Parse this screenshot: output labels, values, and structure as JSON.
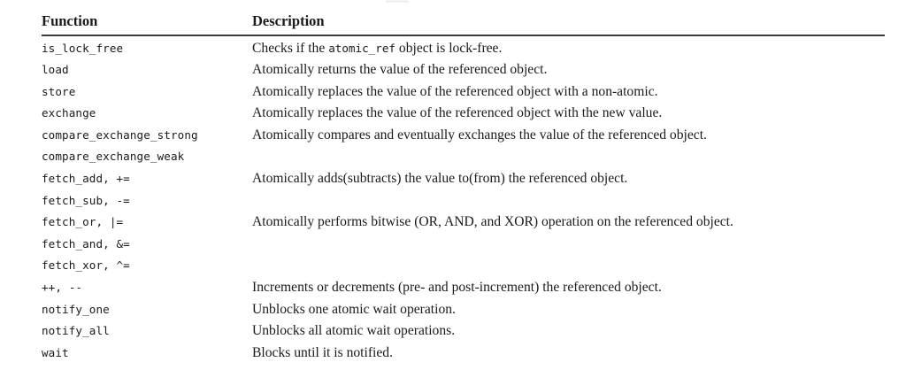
{
  "table": {
    "headers": {
      "function": "Function",
      "description": "Description"
    },
    "rows": [
      {
        "function": "is_lock_free",
        "desc_pre": "Checks if the ",
        "desc_mono": "atomic_ref",
        "desc_post": " object is lock-free."
      },
      {
        "function": "load",
        "desc_pre": "Atomically returns the value of the referenced object.",
        "desc_mono": "",
        "desc_post": ""
      },
      {
        "function": "store",
        "desc_pre": "Atomically replaces the value of the referenced object with a non-atomic.",
        "desc_mono": "",
        "desc_post": ""
      },
      {
        "function": "exchange",
        "desc_pre": "Atomically replaces the value of the referenced object with the new value.",
        "desc_mono": "",
        "desc_post": ""
      },
      {
        "function": "compare_exchange_strong",
        "desc_pre": "Atomically compares and eventually exchanges the value of the referenced object.",
        "desc_mono": "",
        "desc_post": ""
      },
      {
        "function": "compare_exchange_weak",
        "desc_pre": "",
        "desc_mono": "",
        "desc_post": ""
      },
      {
        "function": "fetch_add, +=",
        "desc_pre": "Atomically adds(subtracts) the value to(from) the referenced object.",
        "desc_mono": "",
        "desc_post": ""
      },
      {
        "function": "fetch_sub, -=",
        "desc_pre": "",
        "desc_mono": "",
        "desc_post": ""
      },
      {
        "function": "fetch_or, |=",
        "desc_pre": "Atomically performs bitwise (OR, AND, and XOR) operation on the referenced object.",
        "desc_mono": "",
        "desc_post": ""
      },
      {
        "function": "fetch_and, &=",
        "desc_pre": "",
        "desc_mono": "",
        "desc_post": ""
      },
      {
        "function": "fetch_xor, ^=",
        "desc_pre": "",
        "desc_mono": "",
        "desc_post": ""
      },
      {
        "function": "++, --",
        "desc_pre": "Increments or decrements (pre- and post-increment) the referenced object.",
        "desc_mono": "",
        "desc_post": ""
      },
      {
        "function": "notify_one",
        "desc_pre": "Unblocks one atomic wait operation.",
        "desc_mono": "",
        "desc_post": ""
      },
      {
        "function": "notify_all",
        "desc_pre": "Unblocks all atomic wait operations.",
        "desc_mono": "",
        "desc_post": ""
      },
      {
        "function": "wait",
        "desc_pre": "Blocks until it is notified.",
        "desc_mono": "",
        "desc_post": ""
      }
    ]
  },
  "style": {
    "rule_color": "#3b3b3b",
    "text_color": "#1a1a1a",
    "background": "#ffffff"
  }
}
